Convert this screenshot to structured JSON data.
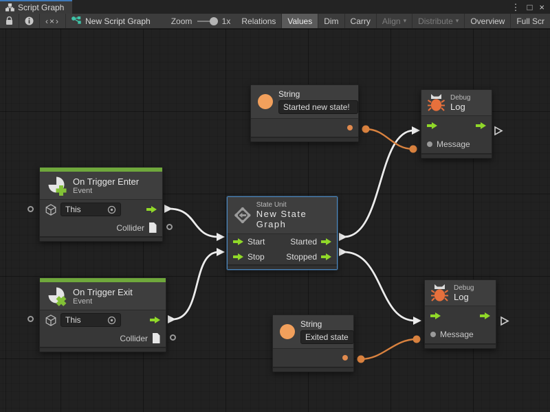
{
  "tab_bar": {
    "active_tab": "Script Graph",
    "window_controls": {
      "menu": "⋮",
      "maximize": "□",
      "close": "×"
    }
  },
  "toolbar": {
    "code_toggle": "‹×›",
    "graph_name": "New Script Graph",
    "zoom_label": "Zoom",
    "zoom_value": "1x",
    "buttons": {
      "relations": "Relations",
      "values": "Values",
      "dim": "Dim",
      "carry": "Carry",
      "align": "Align",
      "distribute": "Distribute",
      "overview": "Overview",
      "fullscreen": "Full Scr"
    },
    "caret": "▾"
  },
  "nodes": {
    "string_top": {
      "title": "String",
      "value": "Started new state!"
    },
    "string_bottom": {
      "title": "String",
      "value": "Exited state"
    },
    "debug_top": {
      "subtitle": "Debug",
      "title": "Log",
      "input_label": "Message"
    },
    "debug_bottom": {
      "subtitle": "Debug",
      "title": "Log",
      "input_label": "Message"
    },
    "trigger_enter": {
      "title": "On Trigger Enter",
      "subtitle": "Event",
      "target_value": "This",
      "output_label": "Collider"
    },
    "trigger_exit": {
      "title": "On Trigger Exit",
      "subtitle": "Event",
      "target_value": "This",
      "output_label": "Collider"
    },
    "state_unit": {
      "subtitle": "State Unit",
      "title": "New State Graph",
      "inputs": [
        "Start",
        "Stop"
      ],
      "outputs": [
        "Started",
        "Stopped"
      ]
    }
  },
  "connections": [
    {
      "from": "on-trigger-enter.trigger",
      "to": "state-unit.start",
      "type": "flow"
    },
    {
      "from": "on-trigger-exit.trigger",
      "to": "state-unit.stop",
      "type": "flow"
    },
    {
      "from": "state-unit.started",
      "to": "debug-log-top.enter",
      "type": "flow"
    },
    {
      "from": "state-unit.stopped",
      "to": "debug-log-bottom.enter",
      "type": "flow"
    },
    {
      "from": "string-top.output",
      "to": "debug-log-top.message",
      "type": "value"
    },
    {
      "from": "string-bottom.output",
      "to": "debug-log-bottom.message",
      "type": "value"
    }
  ],
  "colors": {
    "flow_green": "#90d829",
    "value_orange": "#d9823f",
    "event_accent_green": "#6fa83c",
    "selection_blue": "#4c87bd",
    "canvas_bg": "#212121",
    "toolbar_bg": "#3c3c3c"
  }
}
